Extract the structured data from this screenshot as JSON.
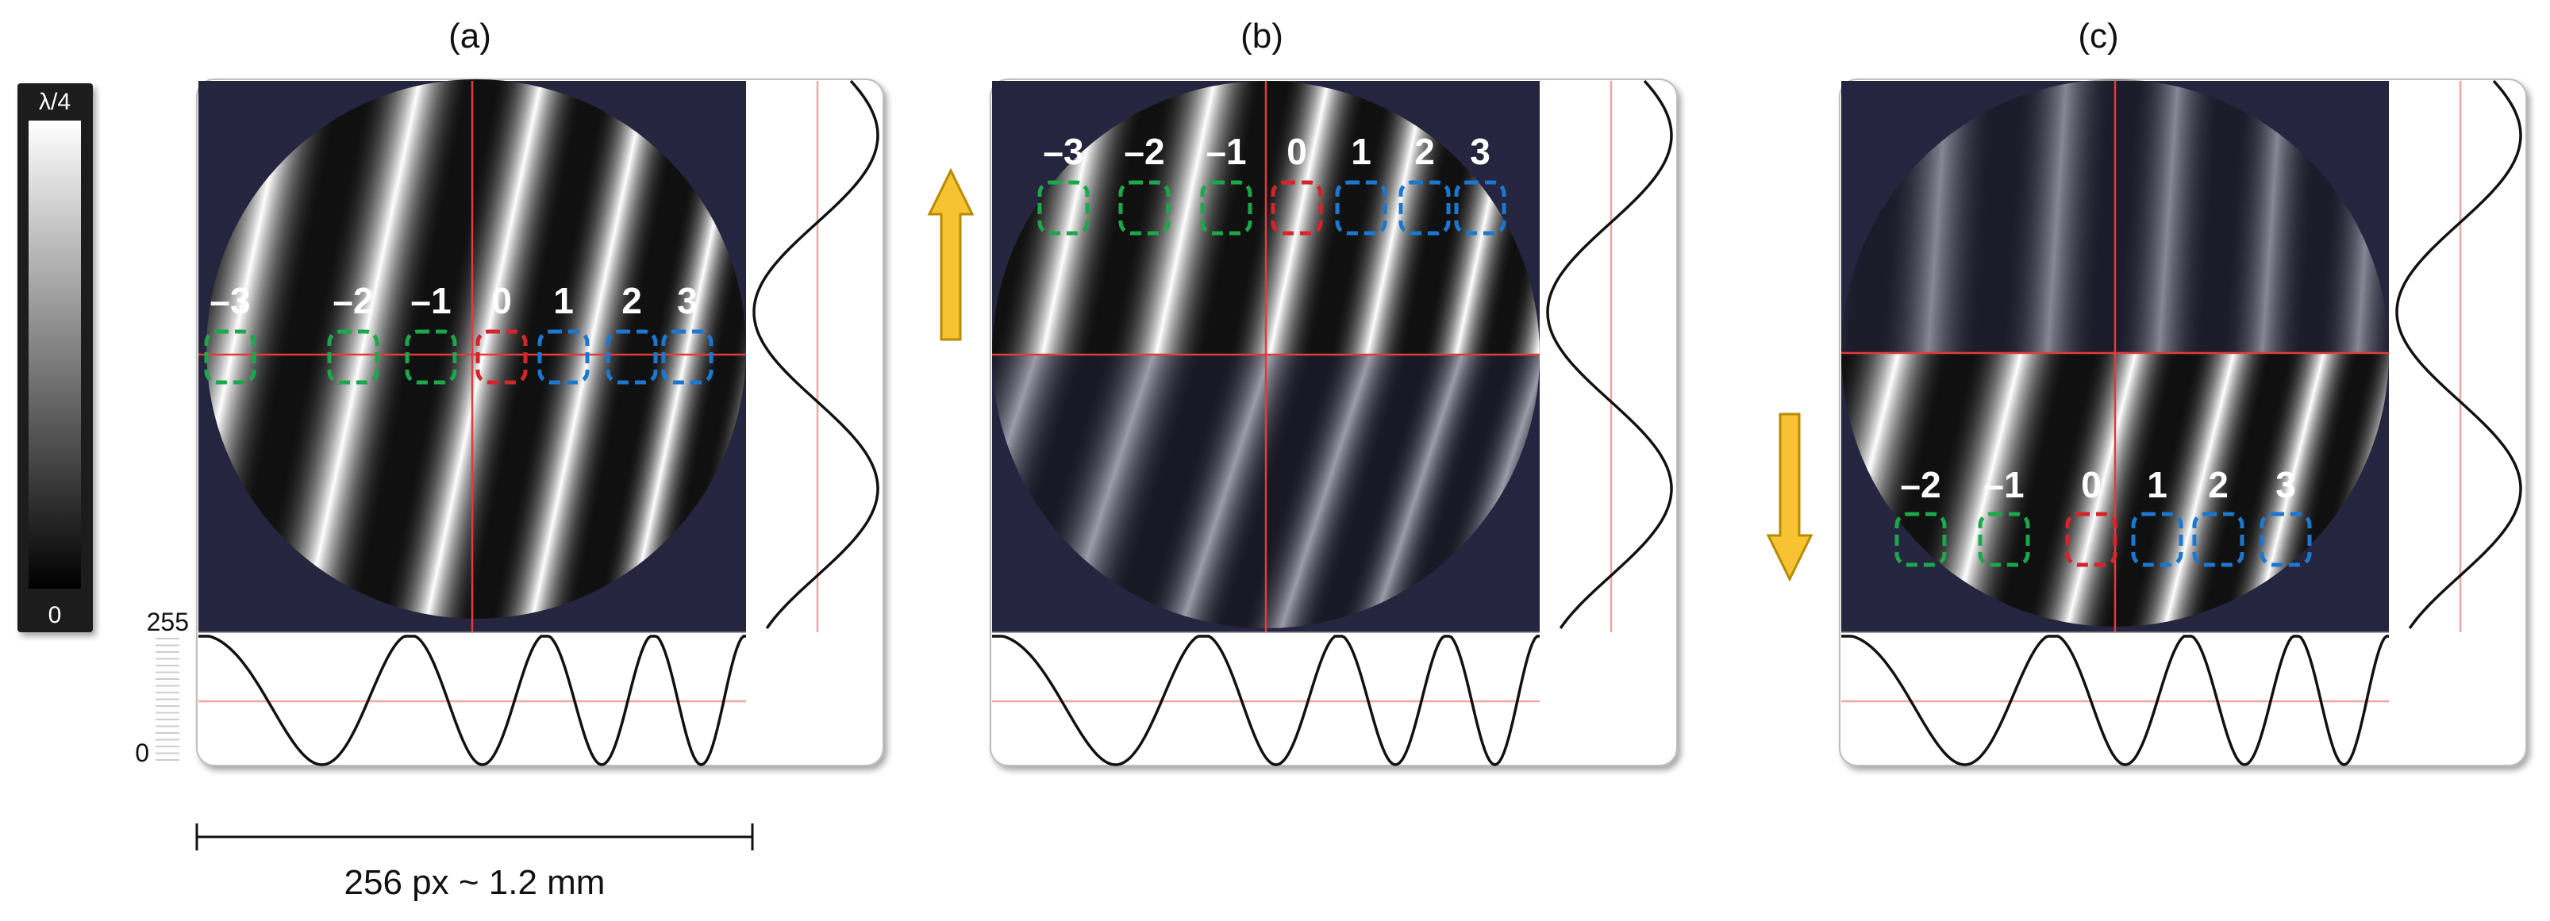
{
  "colorbar": {
    "top_label": "λ/4",
    "bottom_label": "0"
  },
  "intensity_axis": {
    "top": "255",
    "bottom": "0"
  },
  "scale_bar": {
    "label": "256 px ~ 1.2 mm"
  },
  "colors": {
    "frame_bg": "#262540",
    "red_line": "#e23b3b",
    "green_box": "#1aa84a",
    "red_box": "#d6242a",
    "blue_box": "#1b78d0",
    "arrow_fill": "#f7c333",
    "arrow_stroke": "#b88a00"
  },
  "panels": [
    {
      "label": "(a)",
      "arrow": "none",
      "markers": [
        {
          "text": "–3",
          "color": "green"
        },
        {
          "text": "–2",
          "color": "green"
        },
        {
          "text": "–1",
          "color": "green"
        },
        {
          "text": "0",
          "color": "red"
        },
        {
          "text": "1",
          "color": "blue"
        },
        {
          "text": "2",
          "color": "blue"
        },
        {
          "text": "3",
          "color": "blue"
        }
      ]
    },
    {
      "label": "(b)",
      "arrow": "up",
      "markers": [
        {
          "text": "–3",
          "color": "green"
        },
        {
          "text": "–2",
          "color": "green"
        },
        {
          "text": "–1",
          "color": "green"
        },
        {
          "text": "0",
          "color": "red"
        },
        {
          "text": "1",
          "color": "blue"
        },
        {
          "text": "2",
          "color": "blue"
        },
        {
          "text": "3",
          "color": "blue"
        }
      ]
    },
    {
      "label": "(c)",
      "arrow": "down",
      "markers": [
        {
          "text": "–2",
          "color": "green"
        },
        {
          "text": "–1",
          "color": "green"
        },
        {
          "text": "0",
          "color": "red"
        },
        {
          "text": "1",
          "color": "blue"
        },
        {
          "text": "2",
          "color": "blue"
        },
        {
          "text": "3",
          "color": "blue"
        }
      ]
    }
  ]
}
